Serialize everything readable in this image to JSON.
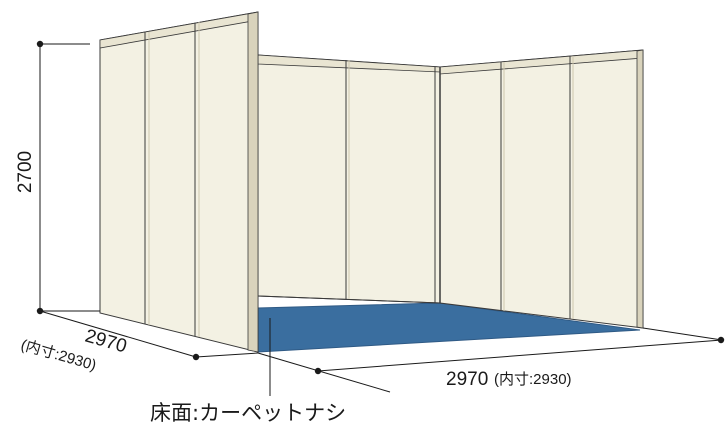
{
  "dimensions": {
    "height": "2700",
    "depth": "2970",
    "depth_inner": "(内寸:2930)",
    "width": "2970",
    "width_inner": "(内寸:2930)"
  },
  "floor_caption": "床面:カーペットナシ",
  "colors": {
    "panel_fill": "#f3f1e3",
    "panel_edge": "#cdc6ad",
    "outline": "#3a3a3a",
    "floor": "#3a6e9f",
    "dimension_line": "#1a1a1a"
  },
  "icons": {
    "dimension_endpoint": "dot-icon"
  }
}
